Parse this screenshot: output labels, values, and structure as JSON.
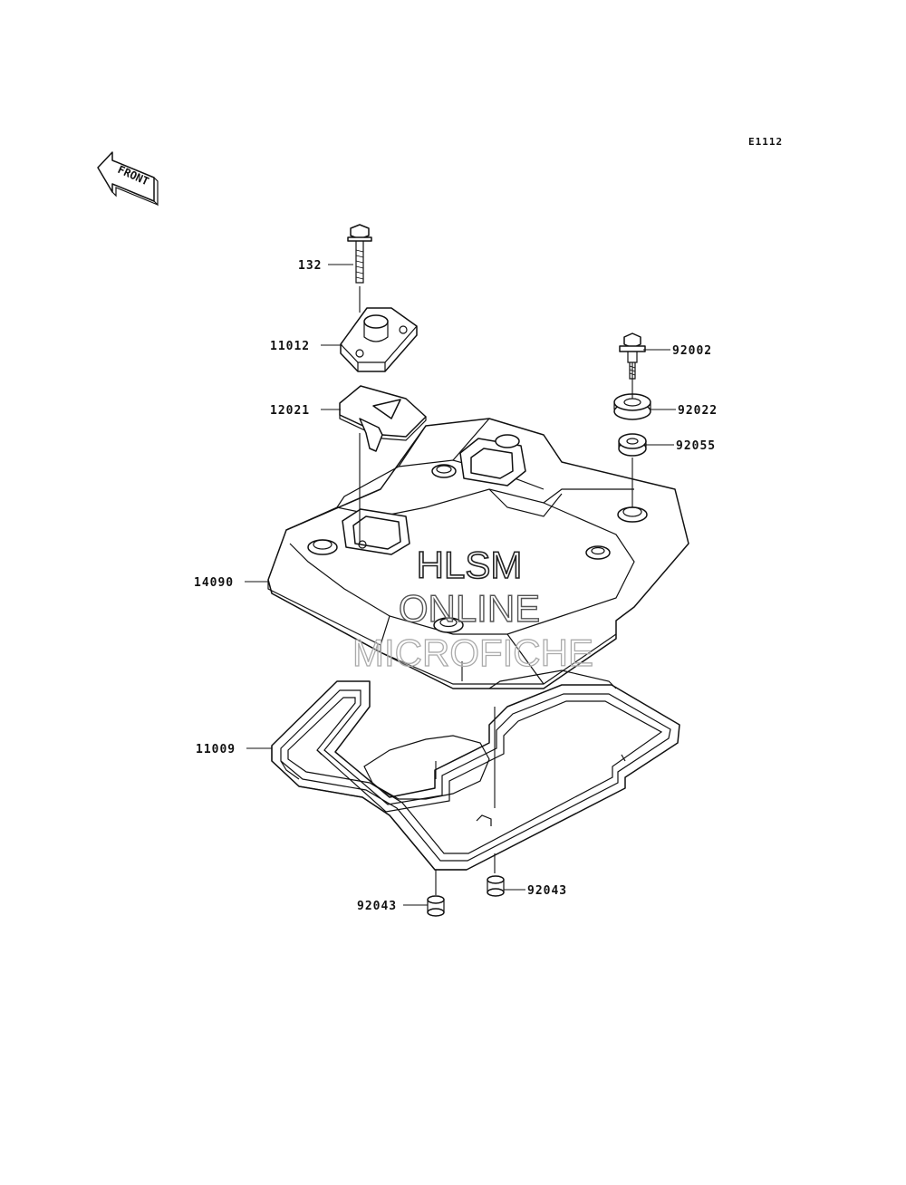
{
  "diagram_code": "E1112",
  "front_label": "FRONT",
  "watermark": {
    "line1": "HLSM",
    "line2": "ONLINE",
    "line3": "MICROFICHE"
  },
  "parts": [
    {
      "number": "132"
    },
    {
      "number": "11012"
    },
    {
      "number": "12021"
    },
    {
      "number": "14090"
    },
    {
      "number": "11009"
    },
    {
      "number": "92043"
    },
    {
      "number": "92043"
    },
    {
      "number": "92002"
    },
    {
      "number": "92022"
    },
    {
      "number": "92055"
    }
  ]
}
